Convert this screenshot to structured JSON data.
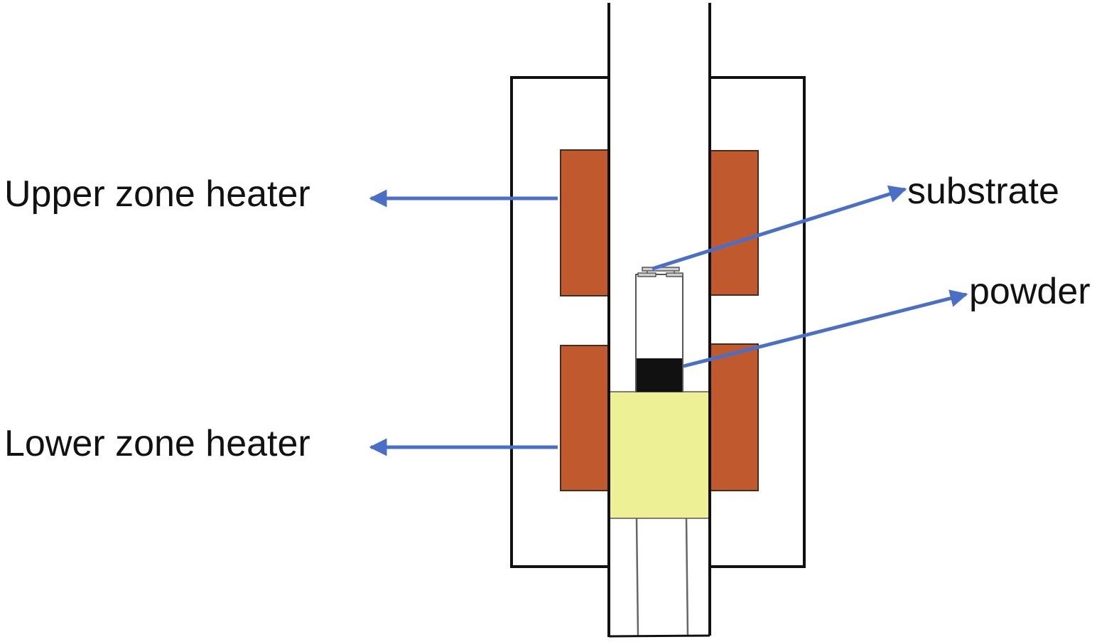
{
  "title": "Two-zone furnace schematic",
  "labels": {
    "upper_heater": "Upper zone heater",
    "lower_heater": "Lower zone heater",
    "substrate": "substrate",
    "powder": "powder"
  },
  "colors": {
    "heater": "#c05a2e",
    "holder": "#eef096",
    "powder": "#111111",
    "arrow": "#4a6fc7",
    "outline": "#111111"
  }
}
